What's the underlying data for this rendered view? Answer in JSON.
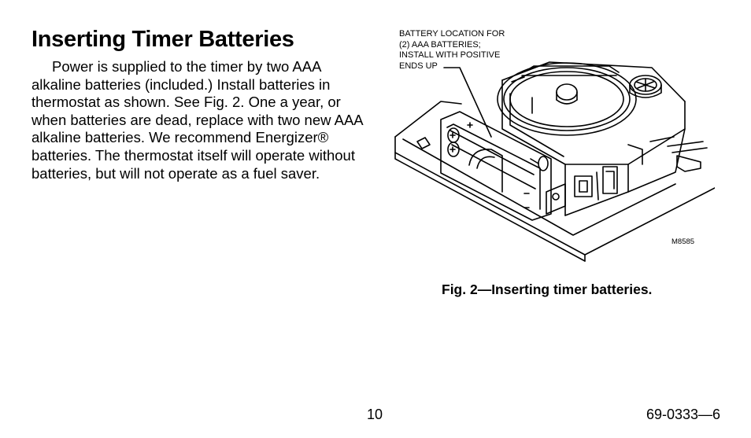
{
  "heading": "Inserting Timer Batteries",
  "body": "Power is supplied to the timer by two AAA alkaline batteries (included.) Install batteries in thermostat as shown. See Fig. 2. One a year, or when batteries are dead, replace with two new AAA alkaline batteries. We recommend Energizer® batteries. The thermostat itself will operate without batteries, but will not operate as a fuel saver.",
  "figure": {
    "callout": "BATTERY LOCATION FOR\n(2) AAA BATTERIES;\nINSTALL WITH POSITIVE\nENDS UP",
    "code": "M8585",
    "caption": "Fig. 2—Inserting timer batteries."
  },
  "footer": {
    "page_number": "10",
    "doc_number": "69-0333—6"
  }
}
